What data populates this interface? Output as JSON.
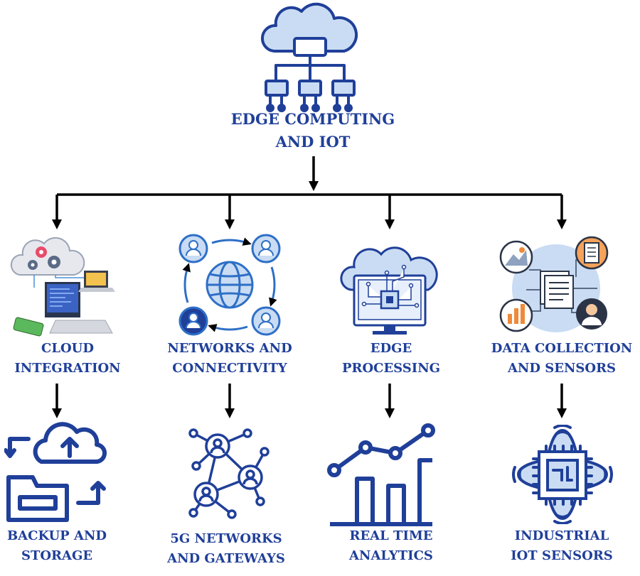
{
  "root": {
    "line1": "EDGE COMPUTING",
    "line2": "AND IOT"
  },
  "categories": [
    {
      "line1": "CLOUD",
      "line2": "INTEGRATION",
      "icon": "cloud-integration-icon"
    },
    {
      "line1": "NETWORKS AND",
      "line2": "CONNECTIVITY",
      "icon": "network-globe-icon"
    },
    {
      "line1": "EDGE",
      "line2": "PROCESSING",
      "icon": "cloud-chip-monitor-icon"
    },
    {
      "line1": "DATA COLLECTION",
      "line2": "AND SENSORS",
      "icon": "data-collection-icon"
    }
  ],
  "leaves": [
    {
      "line1": "BACKUP AND",
      "line2": "STORAGE",
      "icon": "cloud-backup-folder-icon"
    },
    {
      "line1": "5G NETWORKS",
      "line2": "AND GATEWAYS",
      "icon": "network-nodes-icon"
    },
    {
      "line1": "REAL TIME",
      "line2": "ANALYTICS",
      "icon": "analytics-chart-icon"
    },
    {
      "line1": "INDUSTRIAL",
      "line2": "IOT SENSORS",
      "icon": "iot-sensor-chip-icon"
    }
  ],
  "colors": {
    "label": "#1f3f99",
    "icon_dark": "#1f3f99",
    "icon_light": "#c9dcf3",
    "connector": "#000000"
  }
}
